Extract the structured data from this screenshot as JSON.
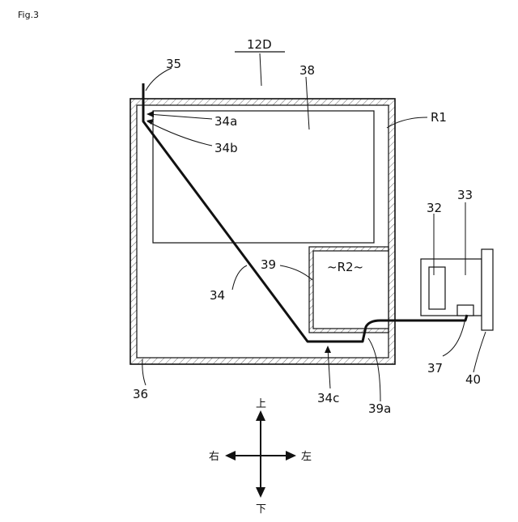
{
  "figure": {
    "number": "Fig.3",
    "title": "12D"
  },
  "labels": {
    "l35": "35",
    "l38": "38",
    "l34a": "34a",
    "l34b": "34b",
    "lR1": "R1",
    "l32": "32",
    "l33": "33",
    "l39": "39",
    "lR2": "~R2~",
    "l34": "34",
    "l37": "37",
    "l40": "40",
    "l36": "36",
    "l34c": "34c",
    "l39a": "39a"
  },
  "directions": {
    "up": "上",
    "down": "下",
    "right": "右",
    "left": "左"
  }
}
